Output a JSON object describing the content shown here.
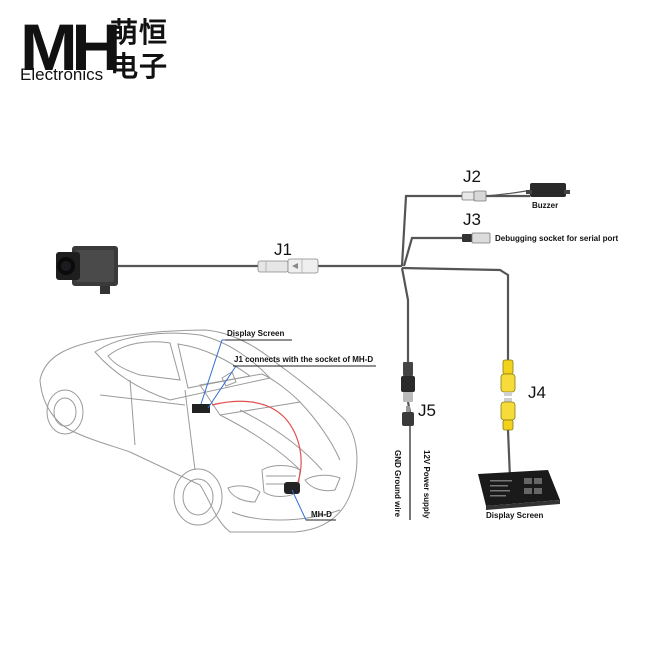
{
  "logo": {
    "mark": "MH",
    "chinese_top": "萌恒",
    "chinese_bottom": "电子",
    "english": "Electronics"
  },
  "connectors": {
    "j1": "J1",
    "j2": "J2",
    "j3": "J3",
    "j4": "J4",
    "j5": "J5"
  },
  "labels": {
    "buzzer": "Buzzer",
    "debug_socket": "Debugging socket for serial port",
    "display_screen_car": "Display Screen",
    "j1_connects": "J1 connects with the socket of MH-D",
    "mhd": "MH-D",
    "power_supply": "12V  Power supply",
    "ground_wire": "GND Ground wire",
    "display_screen_device": "Display Screen"
  },
  "colors": {
    "wire": "#555555",
    "callout_blue": "#2f6fd0",
    "rca_yellow": "#f2d21a",
    "car_red_line": "#e05050"
  }
}
